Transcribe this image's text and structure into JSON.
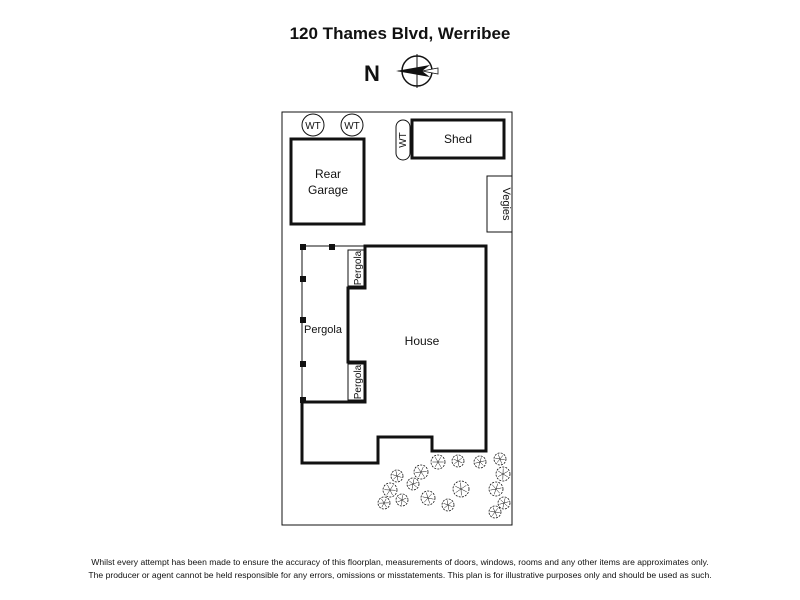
{
  "title": "120 Thames Blvd, Werribee",
  "north": {
    "label": "N",
    "icon": "compass-rose-icon"
  },
  "rooms": {
    "house": "House",
    "rear_garage": [
      "Rear",
      "Garage"
    ],
    "shed": "Shed",
    "vegies": "Vegies",
    "pergola_main": "Pergola",
    "pergola_top": "Pergola",
    "pergola_bottom": "Pergola"
  },
  "fixtures": {
    "water_tank_1": "WT",
    "water_tank_2": "WT",
    "water_tank_3": "WT"
  },
  "landscaping": {
    "icon": "shrub-icon"
  },
  "disclaimer": {
    "line1": "Whilst every attempt has been made to ensure the accuracy of this floorplan, measurements of doors, windows, rooms and any other items are approximates only.",
    "line2": "The producer or agent cannot be held responsible for any errors, omissions or misstatements. This plan is for illustrative purposes only and should be used as such."
  },
  "colors": {
    "line": "#111111",
    "background": "#ffffff"
  }
}
